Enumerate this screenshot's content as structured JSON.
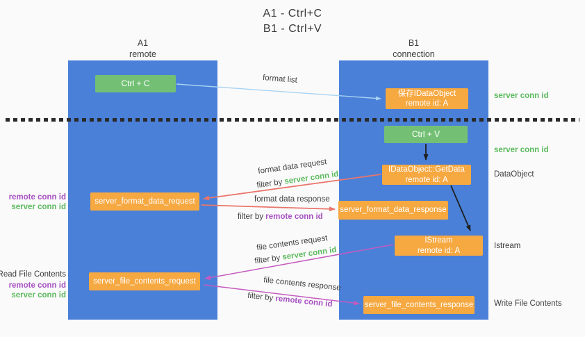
{
  "title": {
    "line1": "A1 - Ctrl+C",
    "line2": "B1 - Ctrl+V"
  },
  "lifelines": {
    "a1": {
      "id": "A1",
      "role": "remote"
    },
    "b1": {
      "id": "B1",
      "role": "connection"
    }
  },
  "nodes": {
    "ctrl_c": {
      "label": "Ctrl + C"
    },
    "save_idataobject": {
      "line1": "保存IDataObject",
      "line2": "remote id: A"
    },
    "ctrl_v": {
      "label": "Ctrl + V"
    },
    "getdata": {
      "line1": "IDataObject::GetData",
      "line2": "remote id: A"
    },
    "server_format_data_request": {
      "label": "server_format_data_request"
    },
    "server_format_data_response": {
      "label": "server_format_data_response"
    },
    "istream": {
      "line1": "IStream",
      "line2": "remote id: A"
    },
    "server_file_contents_request": {
      "label": "server_file_contents_request"
    },
    "server_file_contents_response": {
      "label": "server_file_contents_response"
    }
  },
  "edges": {
    "format_list": "format list",
    "format_data_request": "format data request",
    "format_data_response": "format data response",
    "file_contents_request": "file contents request",
    "file_contents_response": "file contents response",
    "filter_by": "filter by",
    "server_conn_id": "server conn id",
    "remote_conn_id": "remote conn id"
  },
  "annotations": {
    "right": {
      "server_conn_id_top": "server conn id",
      "server_conn_id_mid": "server conn id",
      "dataobject": "DataObject",
      "istream": "Istream",
      "write_file_contents": "Write File Contents"
    },
    "left": {
      "remote_conn_id_1": "remote conn id",
      "server_conn_id_1": "server conn id",
      "read_file_contents": "Read File Contents",
      "remote_conn_id_2": "remote conn id",
      "server_conn_id_2": "server conn id"
    }
  },
  "colors": {
    "lifeline_blue": "#4a80d8",
    "node_orange": "#f6a841",
    "node_green": "#73c075",
    "green_text": "#5cba5e",
    "purple_text": "#a651c1",
    "arrow_black": "#1f1f1f",
    "arrow_salmon": "#ea766c",
    "arrow_magenta": "#c55bc0",
    "arrow_lightblue": "#a8d3f2",
    "background": "#fafafa",
    "text_dark": "#3f3f3f"
  }
}
